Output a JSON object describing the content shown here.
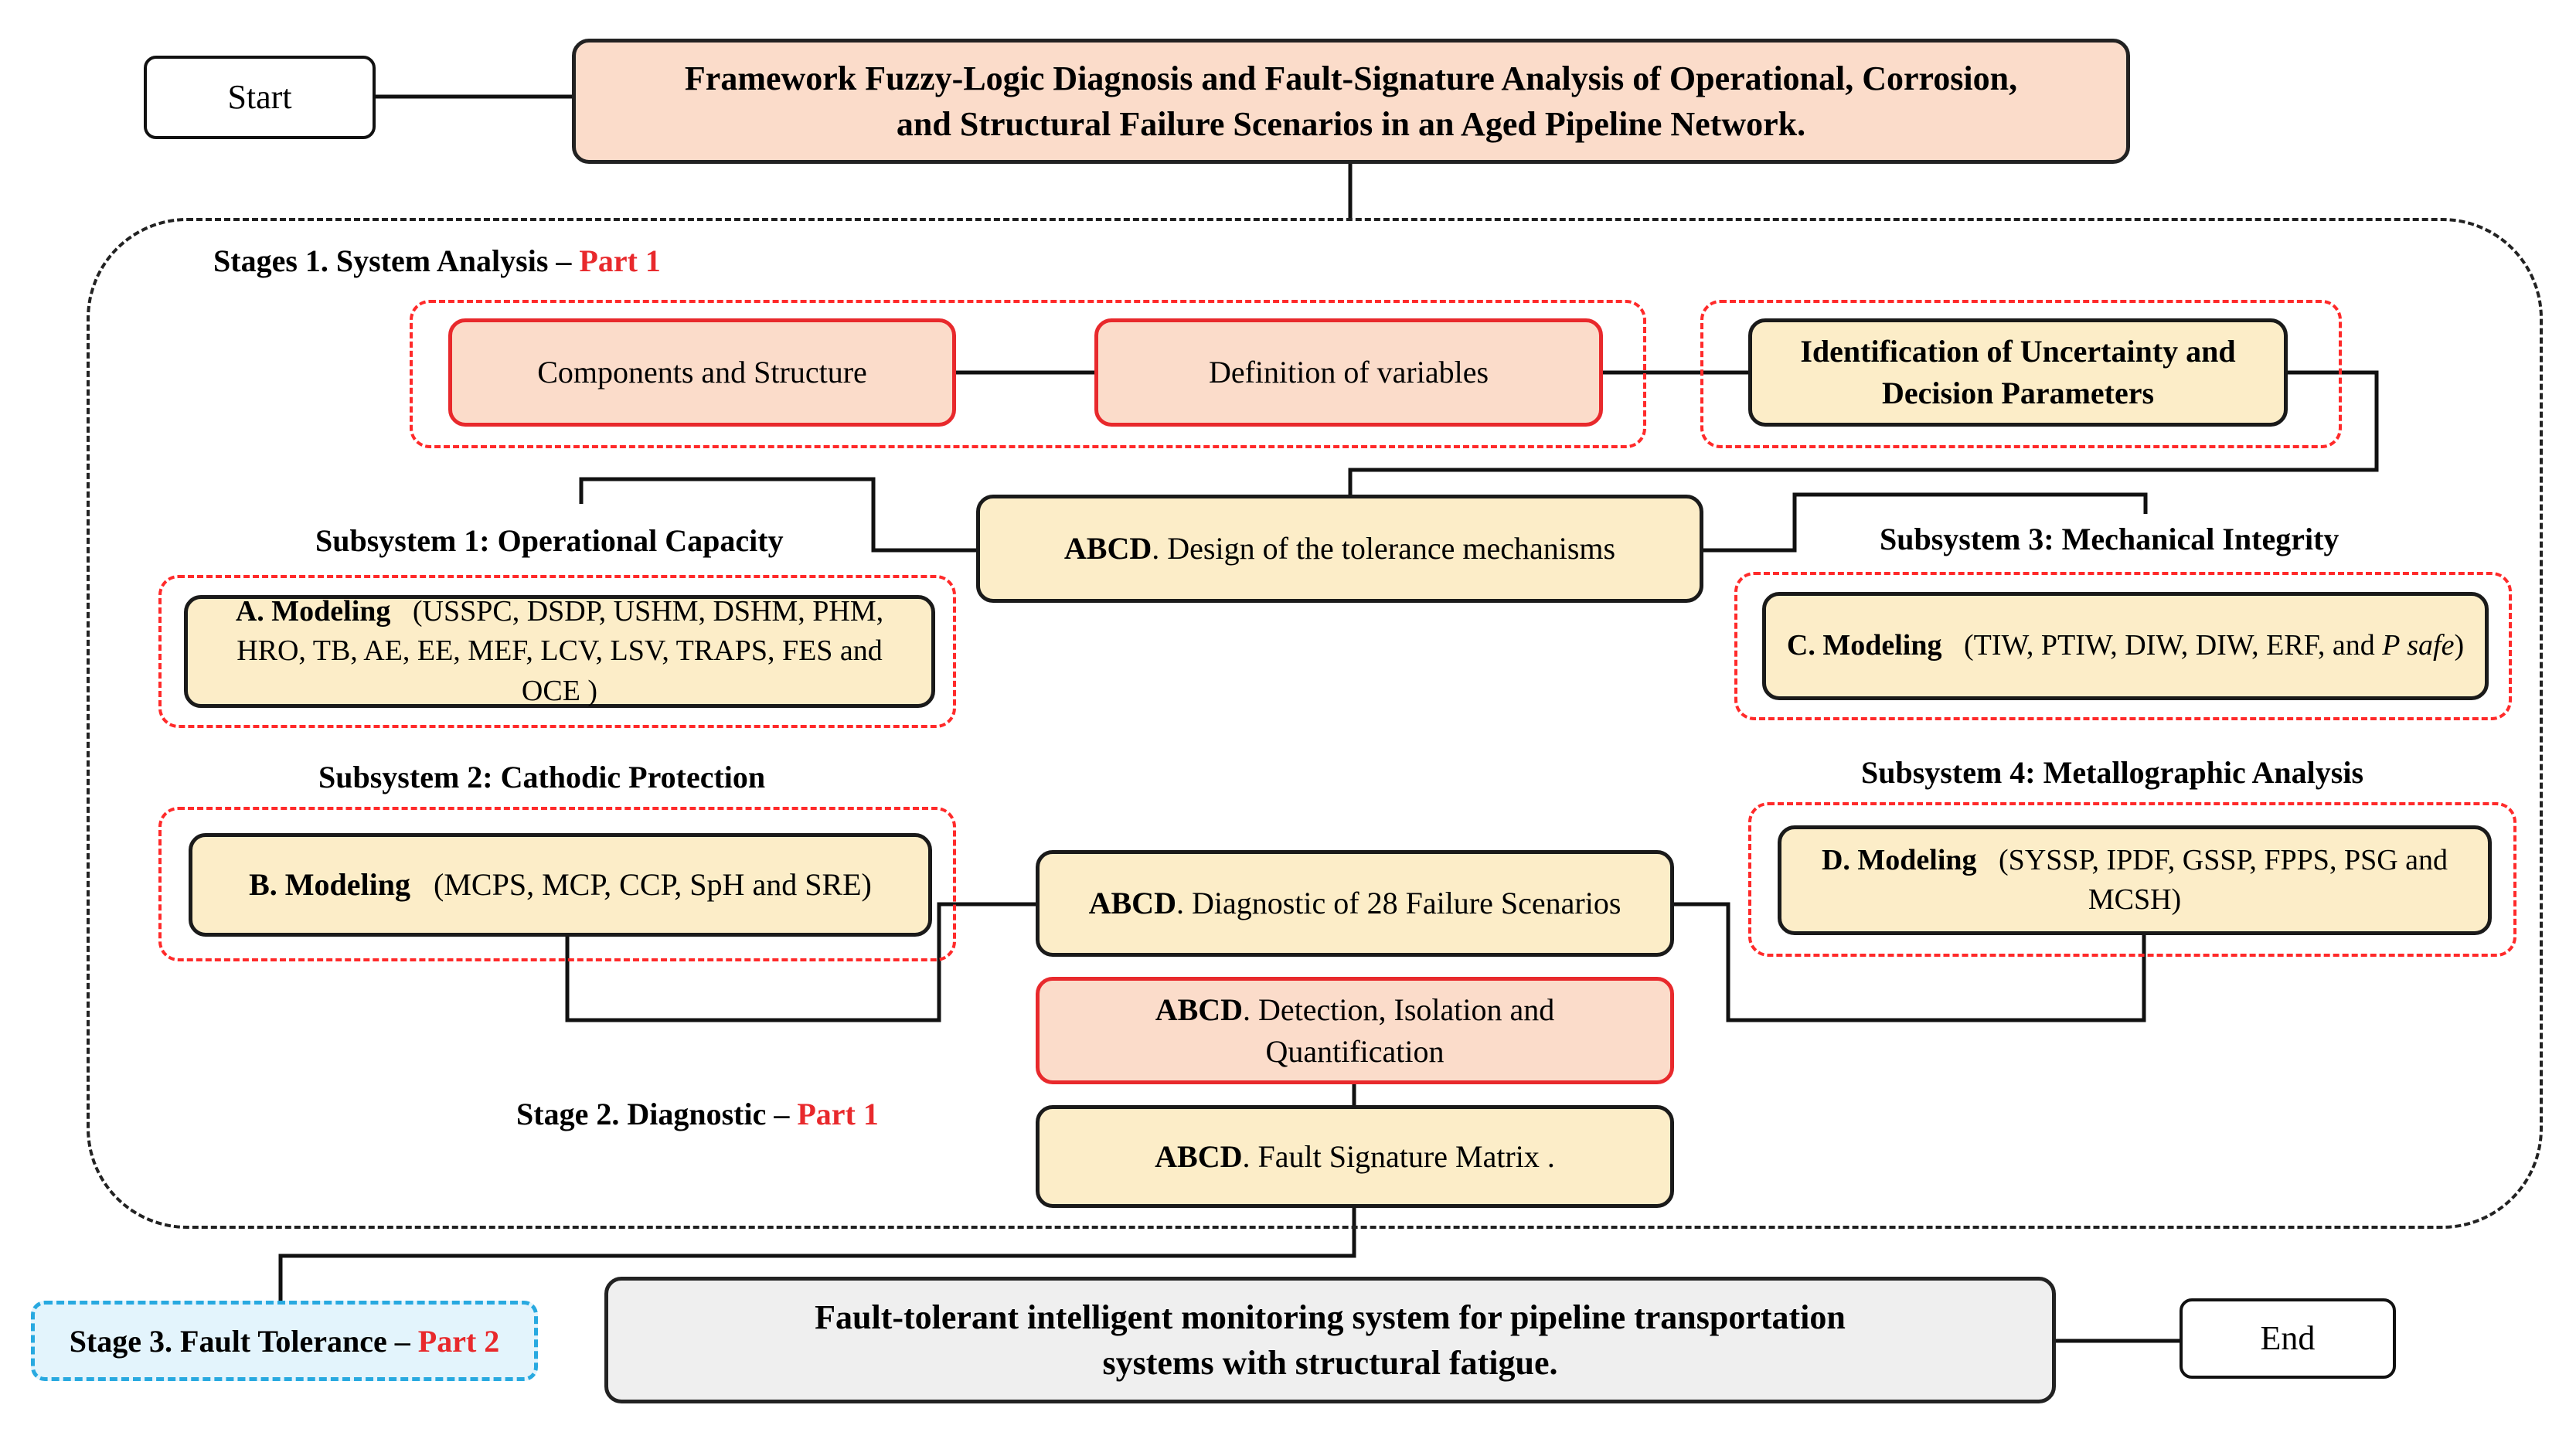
{
  "start": "Start",
  "end": "End",
  "title": {
    "line1": "Framework Fuzzy-Logic Diagnosis and Fault-Signature Analysis of Operational, Corrosion,",
    "line2": "and Structural Failure Scenarios in an Aged Pipeline Network."
  },
  "stage1": {
    "label": "Stages 1. System Analysis –",
    "part": "Part 1"
  },
  "stage2": {
    "label": "Stage 2. Diagnostic –",
    "part": "Part 1"
  },
  "stage3": {
    "label": "Stage 3. Fault Tolerance –",
    "part": "Part 2"
  },
  "system_boxes": {
    "components": "Components and Structure",
    "definition": "Definition of variables",
    "uncertainty": "Identification of Uncertainty and Decision Parameters"
  },
  "design": {
    "prefix": "ABCD",
    "text": ". Design of the tolerance mechanisms"
  },
  "subsystems": {
    "s1": "Subsystem 1: Operational Capacity",
    "s2": "Subsystem 2: Cathodic Protection",
    "s3": "Subsystem 3: Mechanical Integrity",
    "s4": "Subsystem 4: Metallographic Analysis"
  },
  "models": {
    "a": {
      "label": "A. Modeling",
      "text": "(USSPC, DSDP, USHM, DSHM, PHM, HRO, TB, AE, EE, MEF, LCV, LSV, TRAPS, FES and OCE )"
    },
    "b": {
      "label": "B. Modeling",
      "text": "(MCPS, MCP, CCP, SpH and SRE)"
    },
    "c": {
      "label": "C. Modeling",
      "text_pre": "(TIW, PTIW, DIW, DIW, ERF, and",
      "text_ital": "P safe",
      "text_post": ")"
    },
    "d": {
      "label": "D. Modeling",
      "text": "(SYSSP, IPDF, GSSP, FPPS, PSG and MCSH)"
    }
  },
  "diagnostic": {
    "prefix": "ABCD",
    "scenarios": ". Diagnostic of  28 Failure Scenarios",
    "detection": ". Detection, Isolation and Quantification",
    "signature": ". Fault Signature Matrix ."
  },
  "final": {
    "line1": "Fault-tolerant intelligent monitoring system for pipeline transportation",
    "line2": "systems with structural fatigue."
  },
  "colors": {
    "cream": "#fcedc8",
    "salmon": "#fbdcca",
    "red": "#e8292c",
    "grey": "#efefef",
    "blue_dash": "#28a9e0"
  }
}
